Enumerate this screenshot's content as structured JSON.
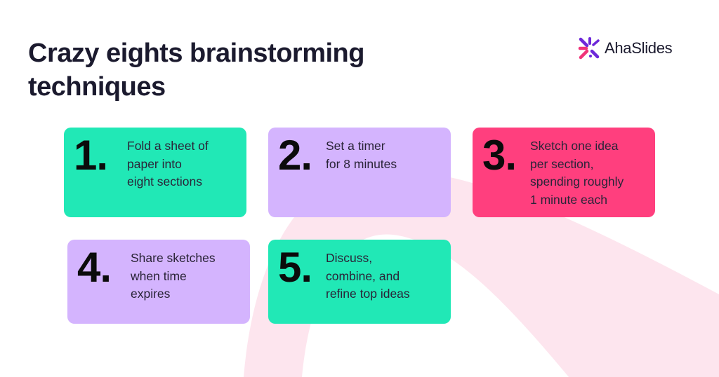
{
  "header": {
    "title_line1": "Crazy eights brainstorming",
    "title_line2": "techniques"
  },
  "logo": {
    "icon": "ahaslides-splash-icon",
    "text": "AhaSlides",
    "colors": {
      "purple": "#6d28d9",
      "pink": "#f0347a"
    }
  },
  "colors": {
    "green": "#21e8b6",
    "lavender": "#d4b4fe",
    "pink": "#ff3f7e",
    "arc": "#fde5ee",
    "title": "#1b1a2e"
  },
  "steps": [
    {
      "number": "1",
      "text": "Fold a sheet of paper into eight sections",
      "lines": [
        "Fold a sheet of",
        "paper into",
        "eight sections"
      ],
      "color": "green"
    },
    {
      "number": "2",
      "text": "Set a timer for 8 minutes",
      "lines": [
        "Set a timer",
        "for 8 minutes"
      ],
      "color": "lavender"
    },
    {
      "number": "3",
      "text": "Sketch one idea per section, spending roughly 1 minute each",
      "lines": [
        "Sketch one idea",
        "per section,",
        "spending roughly",
        "1 minute each"
      ],
      "color": "pink"
    },
    {
      "number": "4",
      "text": "Share sketches when time expires",
      "lines": [
        "Share sketches",
        "when time",
        "expires"
      ],
      "color": "lavender"
    },
    {
      "number": "5",
      "text": "Discuss, combine, and refine top ideas",
      "lines": [
        "Discuss,",
        "combine, and",
        "refine top ideas"
      ],
      "color": "green"
    }
  ],
  "dot": "."
}
